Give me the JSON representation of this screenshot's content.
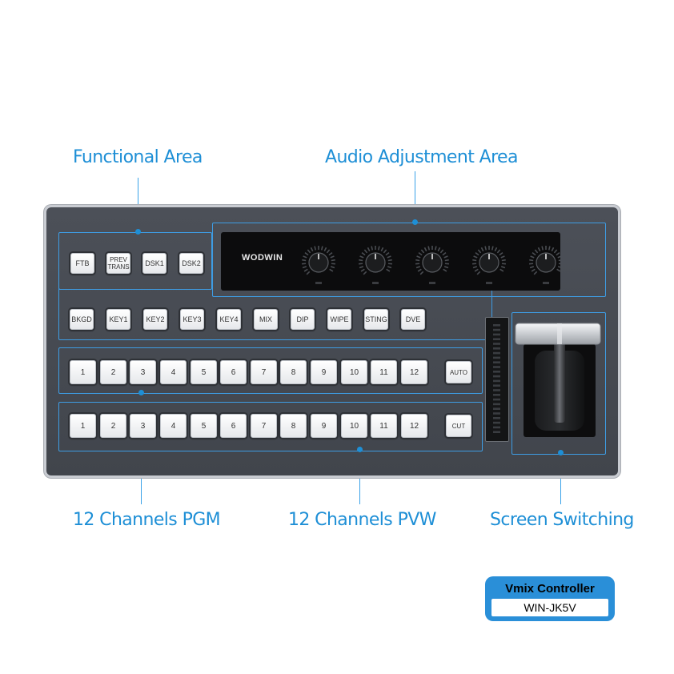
{
  "callouts": {
    "functional": "Functional Area",
    "audio": "Audio Adjustment Area",
    "pgm": "12 Channels PGM",
    "pvw": "12 Channels PVW",
    "screen": "Screen Switching"
  },
  "top_keys": [
    "FTB",
    "PREV TRANS",
    "DSK1",
    "DSK2"
  ],
  "mid_keys": [
    "BKGD",
    "KEY1",
    "KEY2",
    "KEY3",
    "KEY4",
    "MIX",
    "DIP",
    "WIPE",
    "STING",
    "DVE"
  ],
  "pgm_channels": [
    "1",
    "2",
    "3",
    "4",
    "5",
    "6",
    "7",
    "8",
    "9",
    "10",
    "11",
    "12"
  ],
  "pvw_channels": [
    "1",
    "2",
    "3",
    "4",
    "5",
    "6",
    "7",
    "8",
    "9",
    "10",
    "11",
    "12"
  ],
  "auto_label": "AUTO",
  "cut_label": "CUT",
  "brand": "WODWIN",
  "knob_count": 5,
  "badge": {
    "title": "Vmix Controller",
    "model": "WIN-JK5V"
  },
  "colors": {
    "accent": "#1e8fd6",
    "panel": "#474b52",
    "badge": "#2a8fd8"
  }
}
